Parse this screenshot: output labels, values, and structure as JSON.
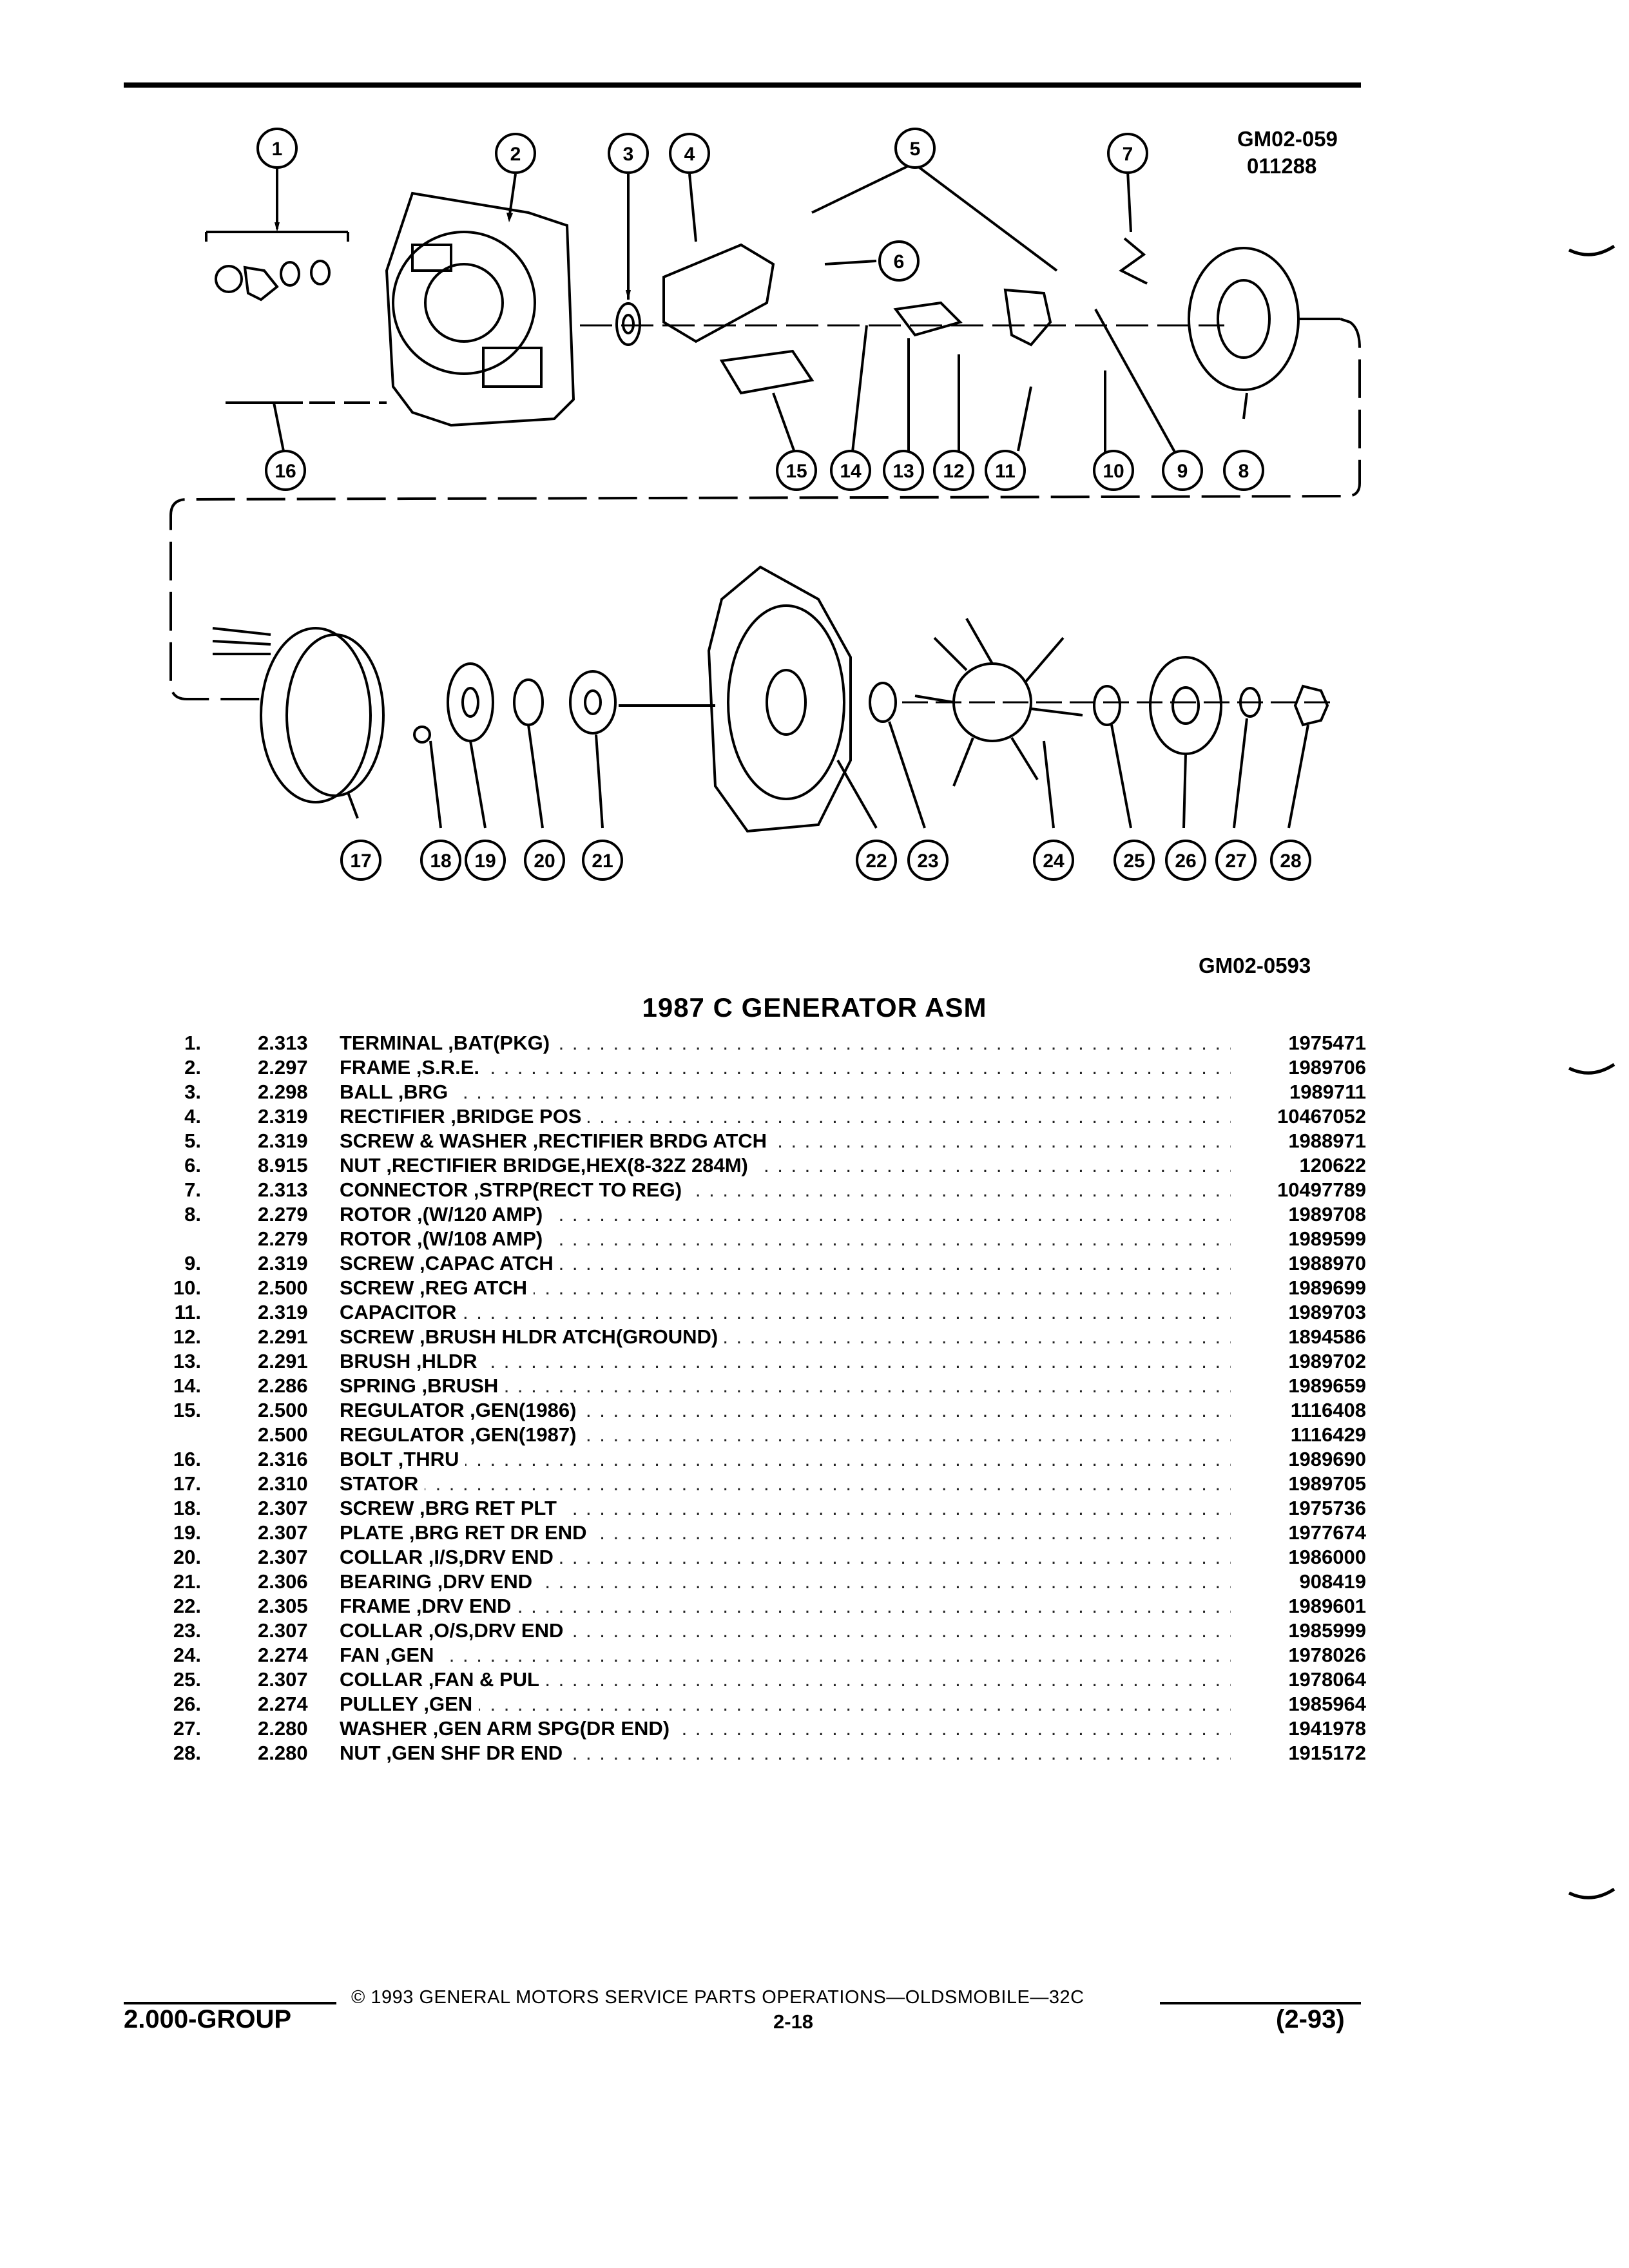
{
  "figure_ids": {
    "top_line_1": "GM02-059",
    "top_line_2": "011288",
    "bottom": "GM02-0593"
  },
  "callouts": [
    "1",
    "2",
    "3",
    "4",
    "5",
    "6",
    "7",
    "8",
    "9",
    "10",
    "11",
    "12",
    "13",
    "14",
    "15",
    "16",
    "17",
    "18",
    "19",
    "20",
    "21",
    "22",
    "23",
    "24",
    "25",
    "26",
    "27",
    "28"
  ],
  "catalog": {
    "title": "1987 C GENERATOR ASM",
    "rows": [
      {
        "num": "1.",
        "grp": "2.313",
        "desc": "TERMINAL ,BAT(PKG)",
        "pn": "1975471"
      },
      {
        "num": "2.",
        "grp": "2.297",
        "desc": "FRAME ,S.R.E.",
        "pn": "1989706"
      },
      {
        "num": "3.",
        "grp": "2.298",
        "desc": "BALL ,BRG",
        "pn": "1989711"
      },
      {
        "num": "4.",
        "grp": "2.319",
        "desc": "RECTIFIER ,BRIDGE POS",
        "pn": "10467052"
      },
      {
        "num": "5.",
        "grp": "2.319",
        "desc": "SCREW & WASHER ,RECTIFIER BRDG ATCH",
        "pn": "1988971"
      },
      {
        "num": "6.",
        "grp": "8.915",
        "desc": "NUT ,RECTIFIER BRIDGE,HEX(8-32Z 284M)",
        "pn": "120622"
      },
      {
        "num": "7.",
        "grp": "2.313",
        "desc": "CONNECTOR ,STRP(RECT TO REG)",
        "pn": "10497789"
      },
      {
        "num": "8.",
        "grp": "2.279",
        "desc": "ROTOR ,(W/120 AMP)",
        "pn": "1989708"
      },
      {
        "num": "",
        "grp": "2.279",
        "desc": "ROTOR ,(W/108 AMP)",
        "pn": "1989599"
      },
      {
        "num": "9.",
        "grp": "2.319",
        "desc": "SCREW ,CAPAC ATCH",
        "pn": "1988970"
      },
      {
        "num": "10.",
        "grp": "2.500",
        "desc": "SCREW ,REG ATCH",
        "pn": "1989699"
      },
      {
        "num": "11.",
        "grp": "2.319",
        "desc": "CAPACITOR",
        "pn": "1989703"
      },
      {
        "num": "12.",
        "grp": "2.291",
        "desc": "SCREW ,BRUSH HLDR ATCH(GROUND)",
        "pn": "1894586"
      },
      {
        "num": "13.",
        "grp": "2.291",
        "desc": "BRUSH ,HLDR",
        "pn": "1989702"
      },
      {
        "num": "14.",
        "grp": "2.286",
        "desc": "SPRING ,BRUSH",
        "pn": "1989659"
      },
      {
        "num": "15.",
        "grp": "2.500",
        "desc": "REGULATOR ,GEN(1986)",
        "pn": "1116408"
      },
      {
        "num": "",
        "grp": "2.500",
        "desc": "REGULATOR ,GEN(1987)",
        "pn": "1116429"
      },
      {
        "num": "16.",
        "grp": "2.316",
        "desc": "BOLT ,THRU",
        "pn": "1989690"
      },
      {
        "num": "17.",
        "grp": "2.310",
        "desc": "STATOR",
        "pn": "1989705"
      },
      {
        "num": "18.",
        "grp": "2.307",
        "desc": "SCREW ,BRG RET PLT",
        "pn": "1975736"
      },
      {
        "num": "19.",
        "grp": "2.307",
        "desc": "PLATE ,BRG RET DR END",
        "pn": "1977674"
      },
      {
        "num": "20.",
        "grp": "2.307",
        "desc": "COLLAR ,I/S,DRV END",
        "pn": "1986000"
      },
      {
        "num": "21.",
        "grp": "2.306",
        "desc": "BEARING ,DRV END",
        "pn": "908419"
      },
      {
        "num": "22.",
        "grp": "2.305",
        "desc": "FRAME ,DRV END",
        "pn": "1989601"
      },
      {
        "num": "23.",
        "grp": "2.307",
        "desc": "COLLAR ,O/S,DRV END",
        "pn": "1985999"
      },
      {
        "num": "24.",
        "grp": "2.274",
        "desc": "FAN ,GEN",
        "pn": "1978026"
      },
      {
        "num": "25.",
        "grp": "2.307",
        "desc": "COLLAR ,FAN & PUL",
        "pn": "1978064"
      },
      {
        "num": "26.",
        "grp": "2.274",
        "desc": "PULLEY ,GEN",
        "pn": "1985964"
      },
      {
        "num": "27.",
        "grp": "2.280",
        "desc": "WASHER ,GEN ARM SPG(DR END)",
        "pn": "1941978"
      },
      {
        "num": "28.",
        "grp": "2.280",
        "desc": "NUT ,GEN SHF DR END",
        "pn": "1915172"
      }
    ]
  },
  "footer": {
    "copyright": "© 1993 GENERAL MOTORS SERVICE PARTS OPERATIONS—OLDSMOBILE—32C",
    "group": "2.000-GROUP",
    "page": "2-18",
    "date": "(2-93)"
  }
}
